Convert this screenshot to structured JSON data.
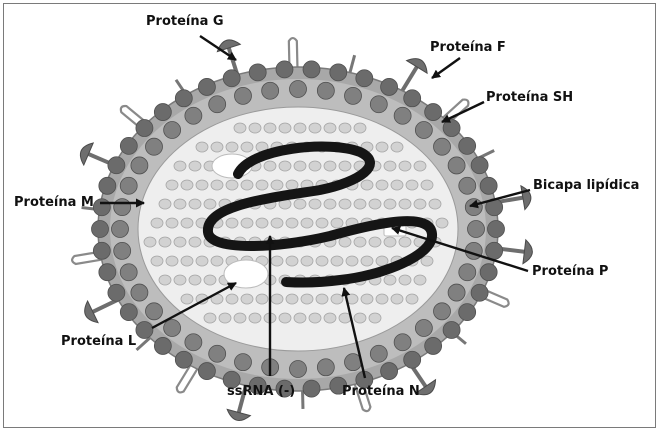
{
  "labels": {
    "proteina_g": "Proteína G",
    "proteina_f": "Proteína F",
    "proteina_sh": "Proteína SH",
    "bicapa_lipidica": "Bicapa lipídica",
    "proteina_m": "Proteína M",
    "proteina_p": "Proteína P",
    "proteina_l": "Proteína L",
    "ssrna": "ssRNA (-)",
    "proteina_n": "Proteína N"
  },
  "colors": {
    "membrane_bead": "#6b6b6b",
    "envelope": "#a8a8a8",
    "spike": "#6e6e6e",
    "core": "#eeeeee",
    "nucleocapsid": "#cfcfcf",
    "rna": "#151515",
    "arrow": "#111111"
  }
}
